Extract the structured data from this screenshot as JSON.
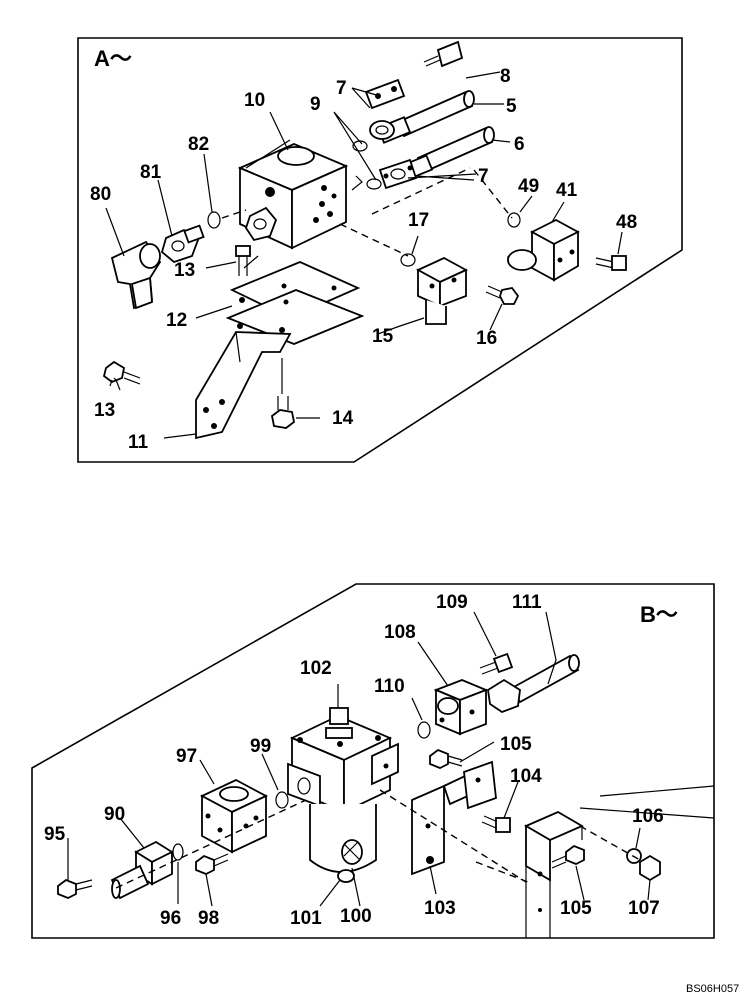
{
  "panel_a": {
    "title": "A～",
    "labels": {
      "p5": "5",
      "p6": "6",
      "p7a": "7",
      "p7b": "7",
      "p8": "8",
      "p9": "9",
      "p10": "10",
      "p11": "11",
      "p12": "12",
      "p13a": "13",
      "p13b": "13",
      "p14": "14",
      "p15": "15",
      "p16": "16",
      "p17": "17",
      "p41": "41",
      "p48": "48",
      "p49": "49",
      "p80": "80",
      "p81": "81",
      "p82": "82"
    }
  },
  "panel_b": {
    "title": "B～",
    "labels": {
      "p90": "90",
      "p95": "95",
      "p96": "96",
      "p97": "97",
      "p98": "98",
      "p99": "99",
      "p100": "100",
      "p101": "101",
      "p102": "102",
      "p103": "103",
      "p104": "104",
      "p105a": "105",
      "p105b": "105",
      "p106": "106",
      "p107": "107",
      "p108": "108",
      "p109": "109",
      "p110": "110",
      "p111": "111"
    }
  },
  "drawing_code": "BS06H057"
}
